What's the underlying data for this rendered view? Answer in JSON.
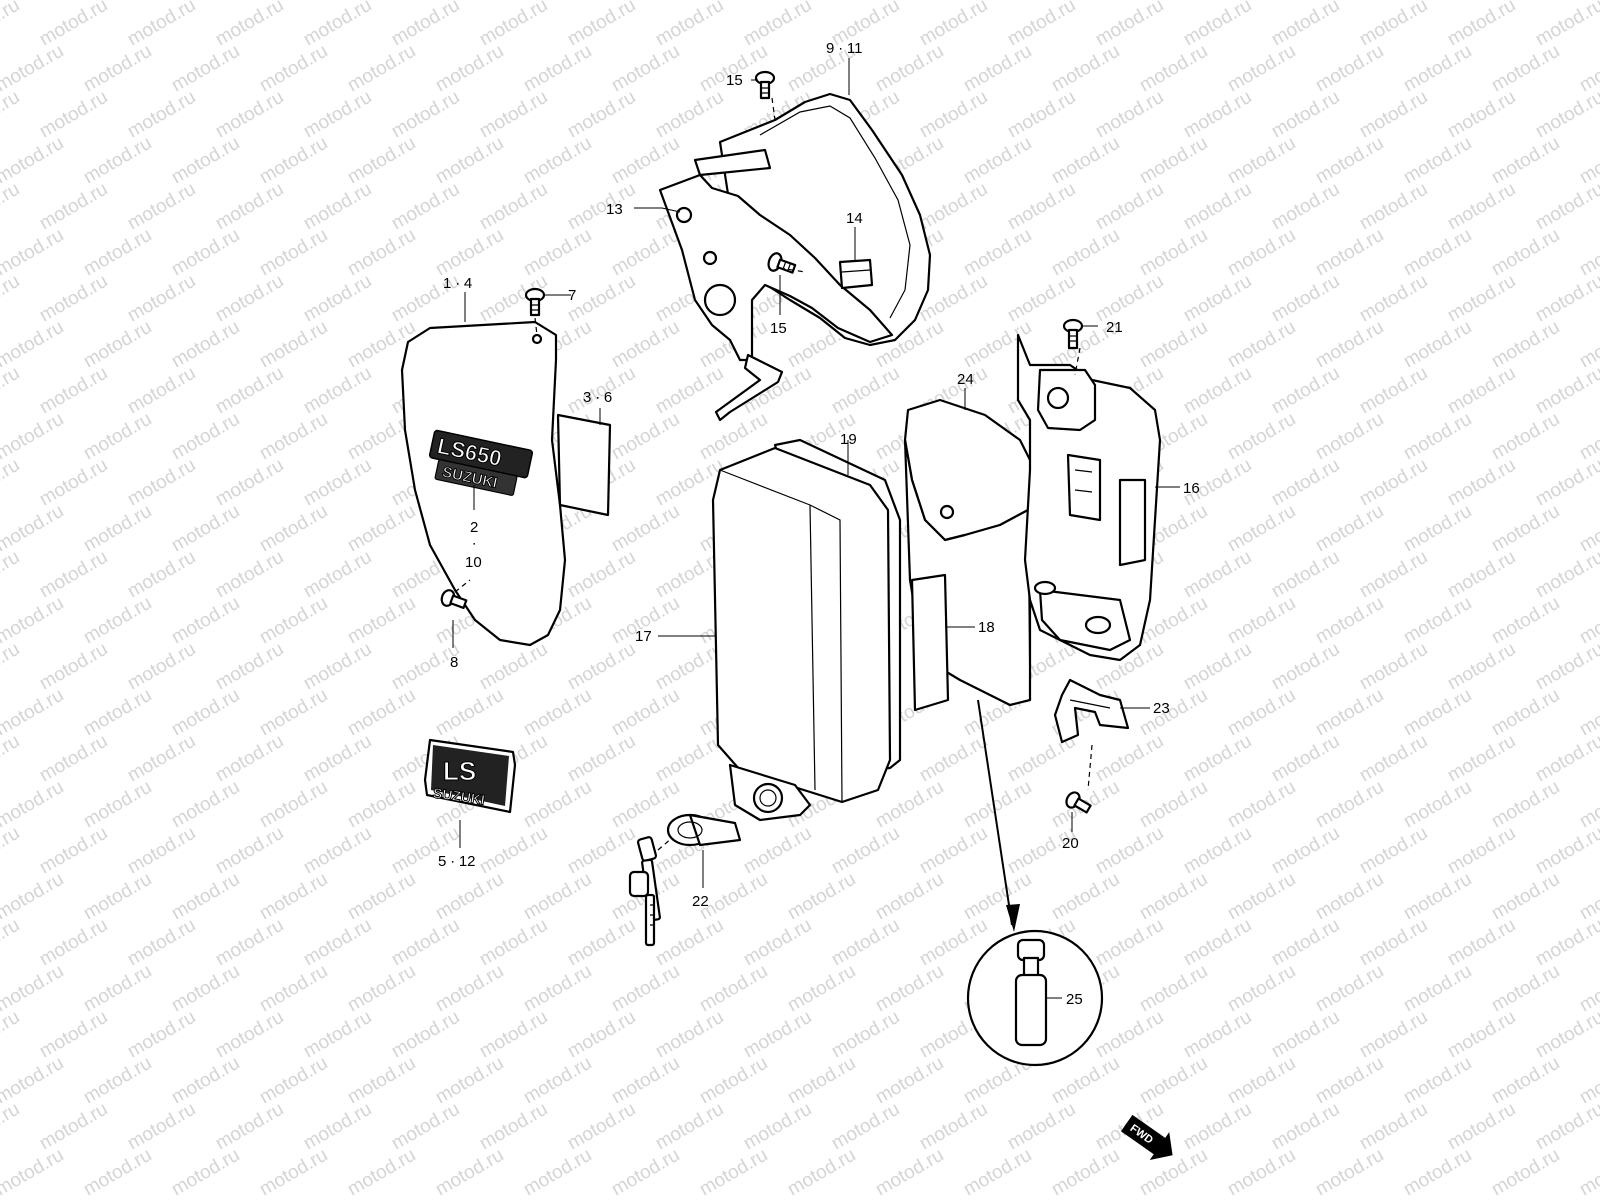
{
  "watermark": "motod.ru",
  "callouts": {
    "c9_11": "9 ∙ 11",
    "c15_top": "15",
    "c13": "13",
    "c14": "14",
    "c15_mid": "15",
    "c1_4": "1 ∙ 4",
    "c7": "7",
    "c3_6": "3 ∙ 6",
    "c2": "2",
    "c2_dot": "∙",
    "c10": "10",
    "c8": "8",
    "c5_12": "5 ∙ 12",
    "c21": "21",
    "c24": "24",
    "c19": "19",
    "c16": "16",
    "c17": "17",
    "c18": "18",
    "c23": "23",
    "c20": "20",
    "c22": "22",
    "c25": "25"
  },
  "emblems": {
    "side_model": "LS650",
    "side_brand": "SUZUKI",
    "small_model": "LS",
    "small_brand": "SUZUKI"
  },
  "fwd_arrow": "FWD"
}
